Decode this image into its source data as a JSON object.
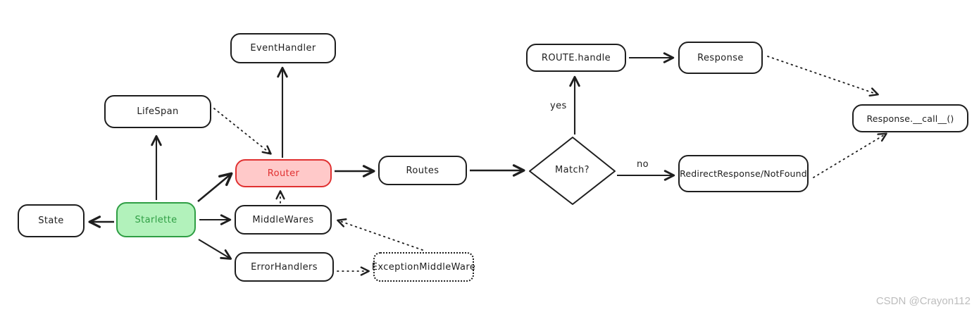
{
  "diagram": {
    "nodes": {
      "event_handler": {
        "label": "EventHandler"
      },
      "lifespan": {
        "label": "LifeSpan"
      },
      "router": {
        "label": "Router"
      },
      "routes": {
        "label": "Routes"
      },
      "state": {
        "label": "State"
      },
      "starlette": {
        "label": "Starlette"
      },
      "middlewares": {
        "label": "MiddleWares"
      },
      "error_handlers": {
        "label": "ErrorHandlers"
      },
      "exception_middleware": {
        "label": "ExceptionMiddleWare"
      },
      "match": {
        "label": "Match?"
      },
      "route_handle": {
        "label": "ROUTE.handle"
      },
      "response": {
        "label": "Response"
      },
      "redirect_response": {
        "label": "RedirectResponse/NotFound"
      },
      "response_call": {
        "label": "Response.__call__()"
      }
    },
    "edge_labels": {
      "yes": "yes",
      "no": "no"
    },
    "colors": {
      "stroke": "#1e1e1e",
      "node_fill": "#ffffff",
      "starlette_fill": "#b2f2bb",
      "starlette_stroke": "#2f9e44",
      "router_fill": "#ffc9c9",
      "router_stroke": "#e03131",
      "watermark": "#bdbdbd"
    }
  },
  "watermark": {
    "text": "CSDN @Crayon112"
  }
}
